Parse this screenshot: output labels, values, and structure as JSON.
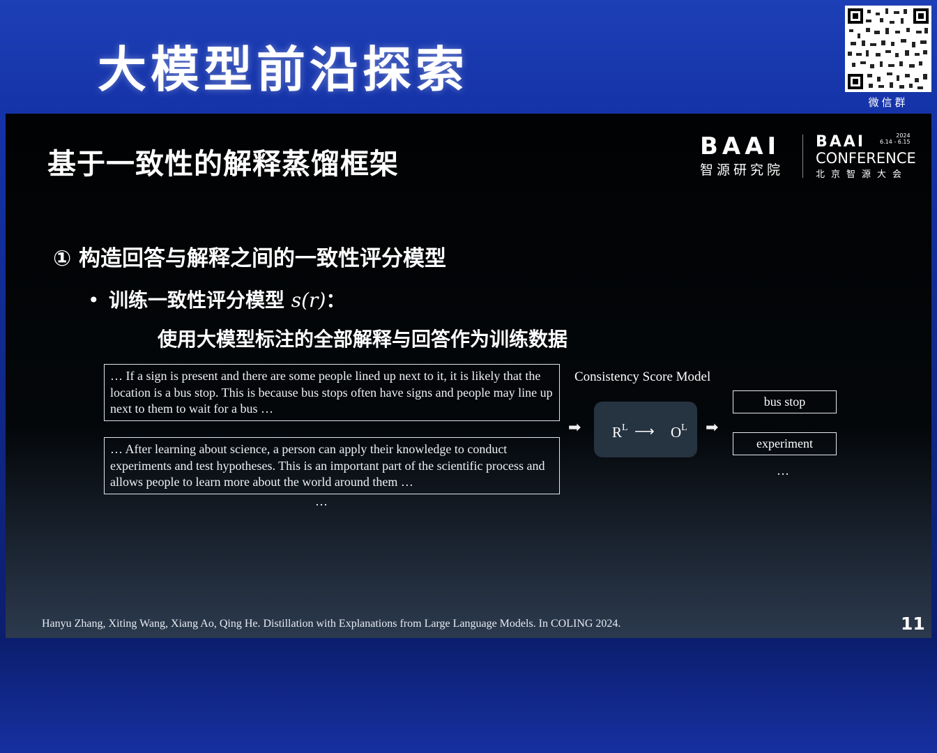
{
  "banner": {
    "title": "大模型前沿探索",
    "qr_label": "微信群"
  },
  "slide": {
    "title": "基于一致性的解释蒸馏框架",
    "logo_baai": {
      "mark": "BAAI",
      "name_cn": "智源研究院"
    },
    "logo_conference": {
      "mark": "BAAI",
      "year": "2024",
      "dates": "6.14 - 6.15",
      "name": "CONFERENCE",
      "name_cn": "北京智源大会"
    },
    "heading": "① 构造回答与解释之间的一致性评分模型",
    "bullet_prefix": "•",
    "bullet_text": "训练一致性评分模型",
    "bullet_math": "s(r)",
    "bullet_suffix": "：",
    "sub_text": "使用大模型标注的全部解释与回答作为训练数据",
    "explanations": [
      "… If a sign is present and there are some people lined up next to it, it is likely that the location is a bus stop. This is because bus stops often have signs and people may line up next to them to wait for a bus …",
      "… After learning about science, a person can apply their knowledge to conduct experiments and test hypotheses. This is an important part of the scientific process and allows people to learn more about the world around them …"
    ],
    "explanations_ellipsis": "…",
    "model_label": "Consistency Score Model",
    "model_input": "R",
    "model_input_sup": "L",
    "model_output": "O",
    "model_output_sup": "L",
    "model_arrow": "⟶",
    "flow_arrow": "➡",
    "outputs": [
      "bus stop",
      "experiment"
    ],
    "outputs_ellipsis": "…",
    "citation": "Hanyu Zhang, Xiting Wang, Xiang Ao, Qing He. Distillation with Explanations from Large Language Models. In COLING 2024.",
    "page_number": "11"
  }
}
